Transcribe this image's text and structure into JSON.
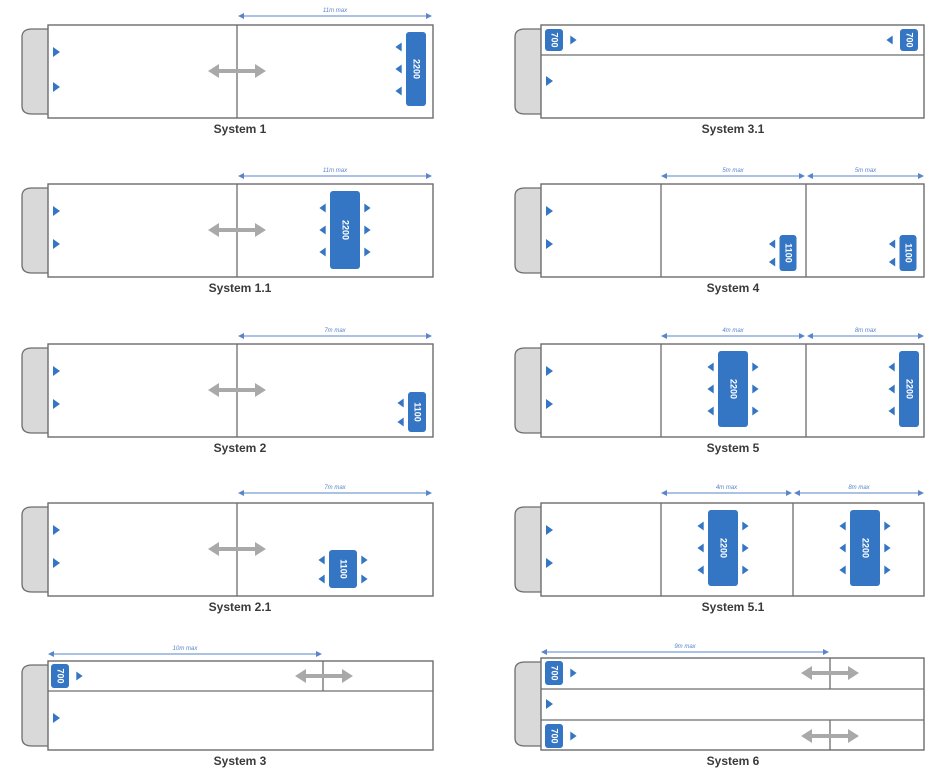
{
  "colors": {
    "outline": "#6d6d6d",
    "cab": "#d9d9d9",
    "unit": "#3576c4",
    "arrow": "#3576c4",
    "move_arrow": "#a9a9a9",
    "measure": "#5a86c8",
    "caption": "#3a3a3a"
  },
  "systems": [
    {
      "id": "system-1",
      "caption": "System 1",
      "measure_labels": [
        "11m max"
      ],
      "units": [
        {
          "label": "2200",
          "arrows": "left"
        }
      ],
      "has_move_arrow": true
    },
    {
      "id": "system-3-1",
      "caption": "System 3.1",
      "measure_labels": [],
      "units": [
        {
          "label": "700",
          "arrows": "right"
        },
        {
          "label": "700",
          "arrows": "left"
        }
      ],
      "has_move_arrow": false
    },
    {
      "id": "system-1-1",
      "caption": "System 1.1",
      "measure_labels": [
        "11m max"
      ],
      "units": [
        {
          "label": "2200",
          "arrows": "both"
        }
      ],
      "has_move_arrow": true
    },
    {
      "id": "system-4",
      "caption": "System 4",
      "measure_labels": [
        "5m max",
        "5m max"
      ],
      "units": [
        {
          "label": "1100",
          "arrows": "left"
        },
        {
          "label": "1100",
          "arrows": "left"
        }
      ],
      "has_move_arrow": false
    },
    {
      "id": "system-2",
      "caption": "System 2",
      "measure_labels": [
        "7m max"
      ],
      "units": [
        {
          "label": "1100",
          "arrows": "left"
        }
      ],
      "has_move_arrow": true
    },
    {
      "id": "system-5",
      "caption": "System 5",
      "measure_labels": [
        "4m max",
        "8m max"
      ],
      "units": [
        {
          "label": "2200",
          "arrows": "both"
        },
        {
          "label": "2200",
          "arrows": "left"
        }
      ],
      "has_move_arrow": false
    },
    {
      "id": "system-2-1",
      "caption": "System 2.1",
      "measure_labels": [
        "7m max"
      ],
      "units": [
        {
          "label": "1100",
          "arrows": "both"
        }
      ],
      "has_move_arrow": true
    },
    {
      "id": "system-5-1",
      "caption": "System 5.1",
      "measure_labels": [
        "4m max",
        "8m max"
      ],
      "units": [
        {
          "label": "2200",
          "arrows": "both"
        },
        {
          "label": "2200",
          "arrows": "both"
        }
      ],
      "has_move_arrow": false
    },
    {
      "id": "system-3",
      "caption": "System 3",
      "measure_labels": [
        "10m max"
      ],
      "units": [
        {
          "label": "700",
          "arrows": "right"
        }
      ],
      "has_move_arrow": true
    },
    {
      "id": "system-6",
      "caption": "System 6",
      "measure_labels": [
        "9m max"
      ],
      "units": [
        {
          "label": "700",
          "arrows": "right"
        },
        {
          "label": "700",
          "arrows": "right"
        }
      ],
      "has_move_arrow": true
    }
  ]
}
